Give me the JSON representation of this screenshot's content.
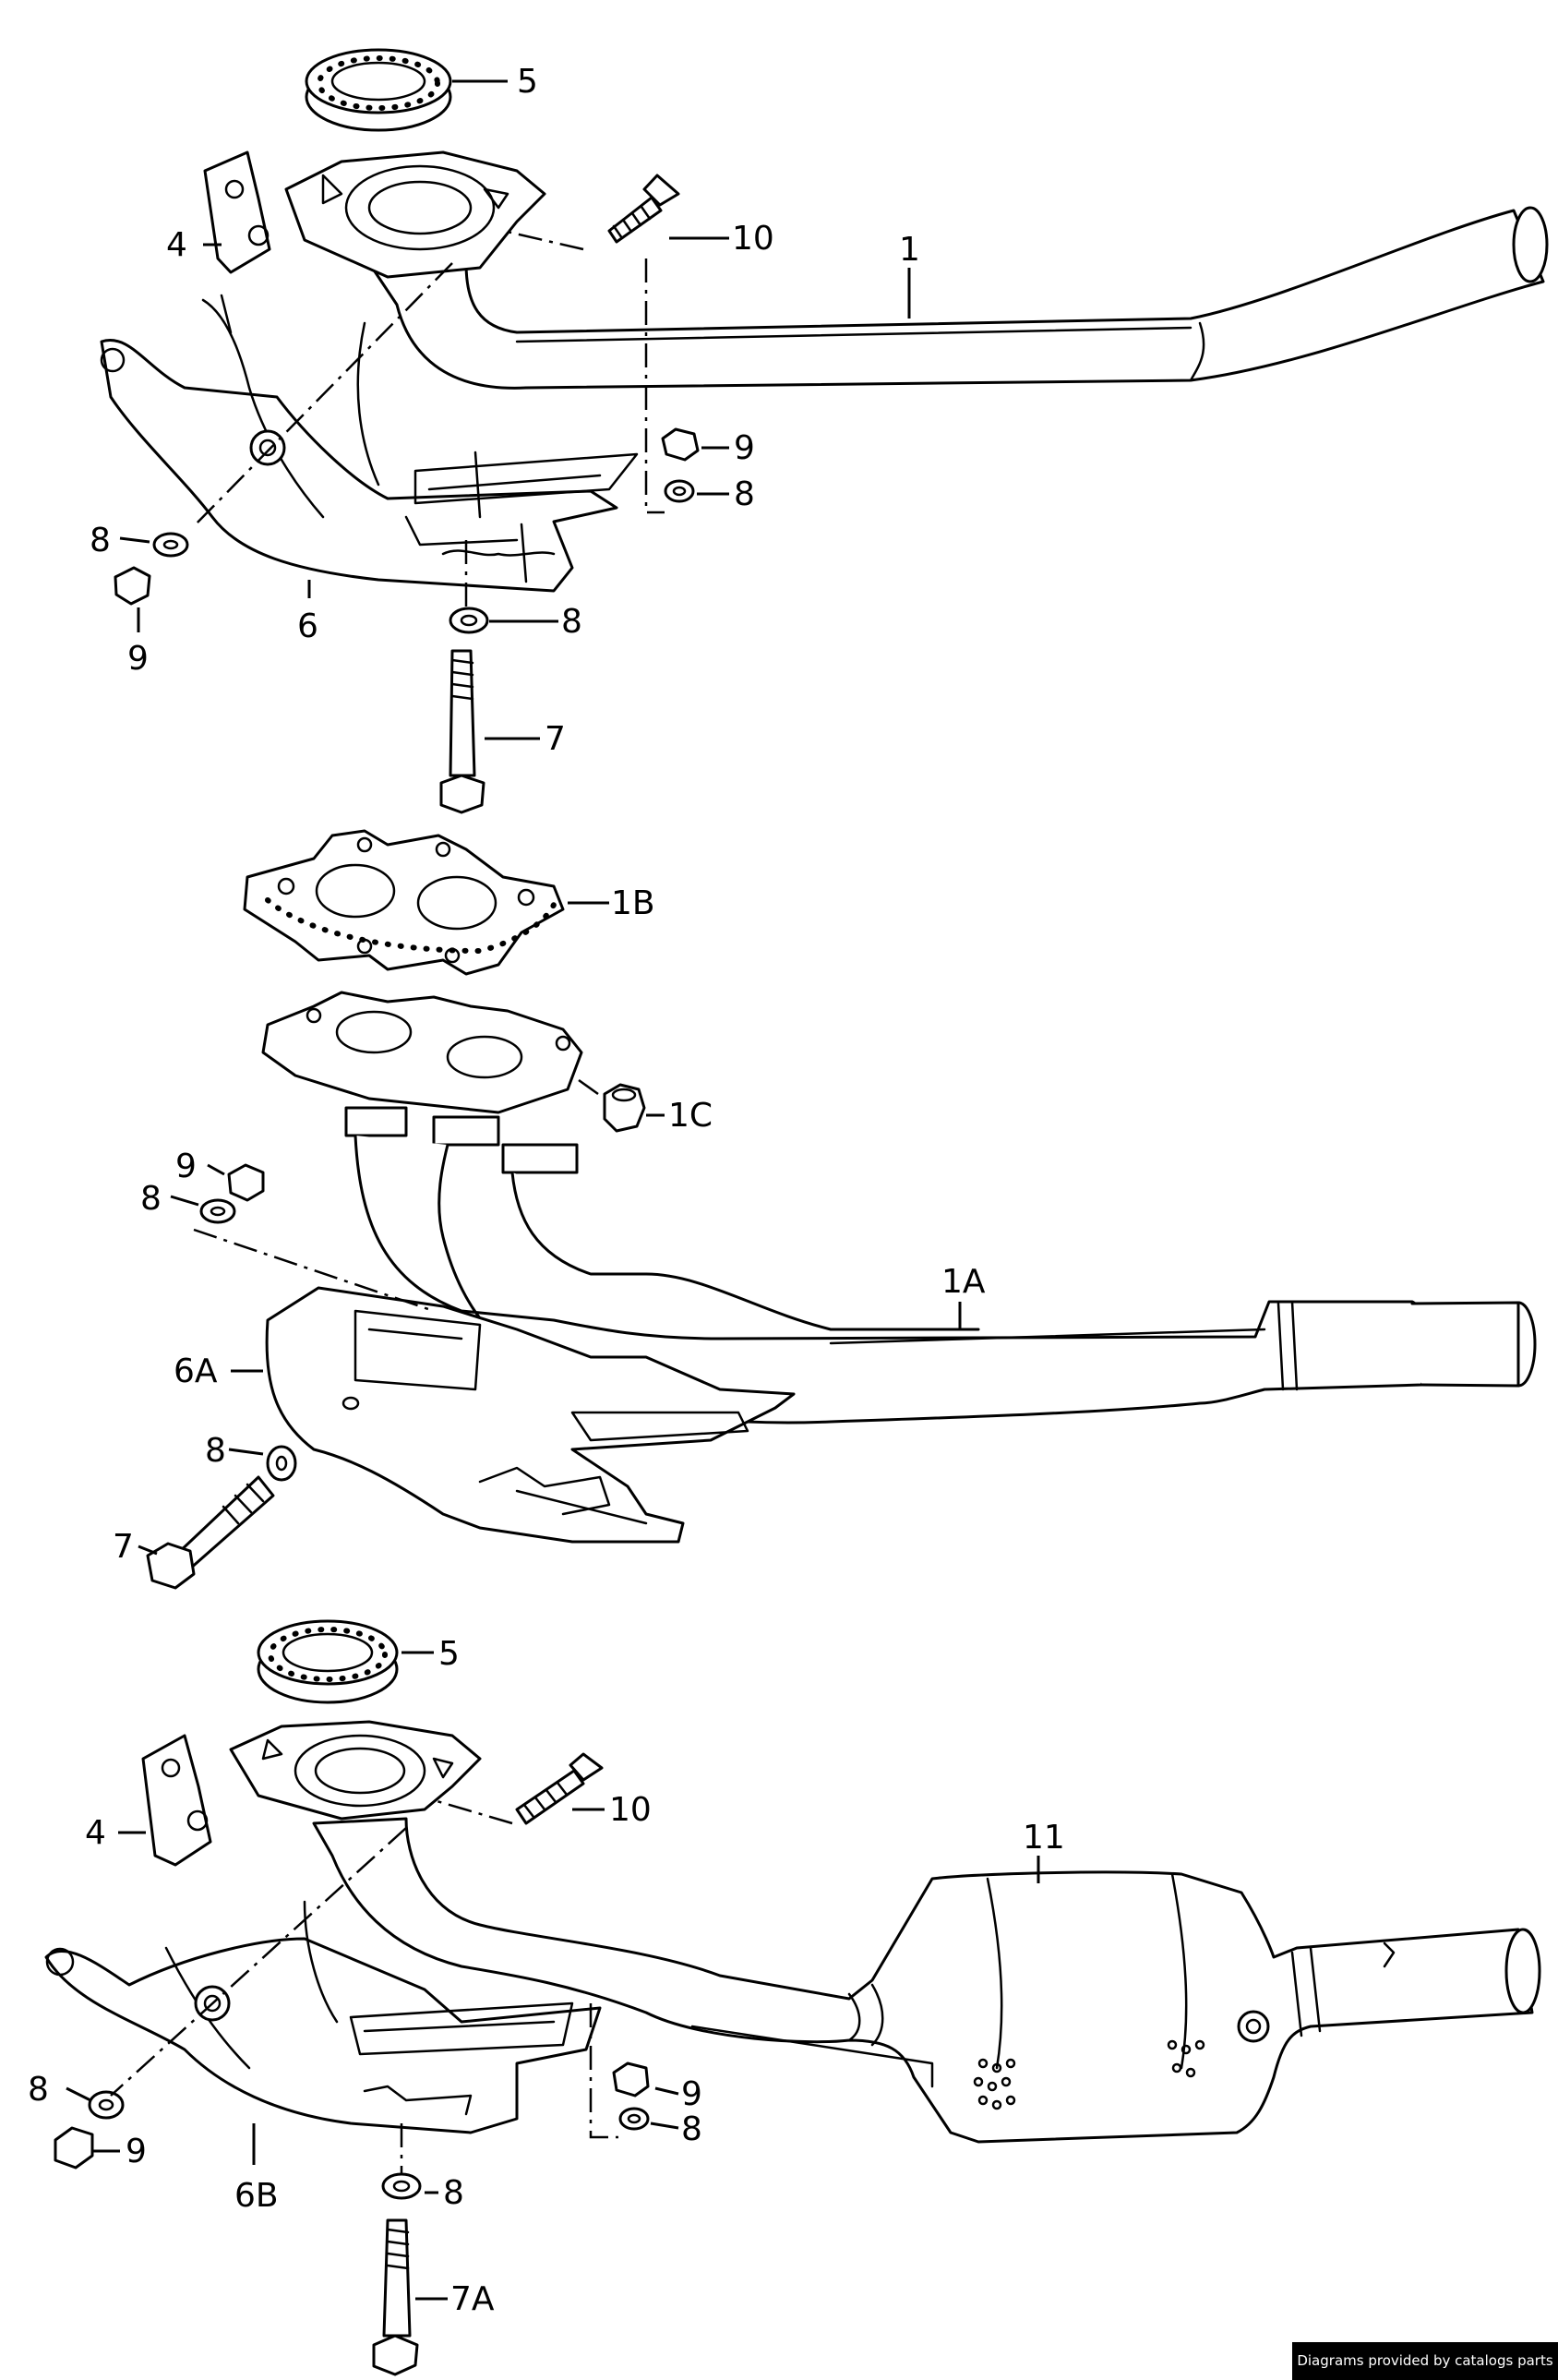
{
  "callouts": {
    "top": {
      "p5": "5",
      "p4": "4",
      "p10": "10",
      "p1": "1",
      "p9a": "9",
      "p8a": "8",
      "p8b": "8",
      "p9b": "9",
      "p6": "6",
      "p8c": "8",
      "p7": "7"
    },
    "middle": {
      "p1B": "1B",
      "p1C": "1C",
      "p9": "9",
      "p8a": "8",
      "p1A": "1A",
      "p6A": "6A",
      "p8b": "8",
      "p7": "7"
    },
    "bottom": {
      "p5": "5",
      "p4": "4",
      "p10": "10",
      "p11": "11",
      "p8a": "8",
      "p9a": "9",
      "p9b": "9",
      "p8b": "8",
      "p6B": "6B",
      "p8c": "8",
      "p7A": "7A"
    }
  },
  "footer": {
    "credit": "Diagrams provided by catalogs parts"
  }
}
